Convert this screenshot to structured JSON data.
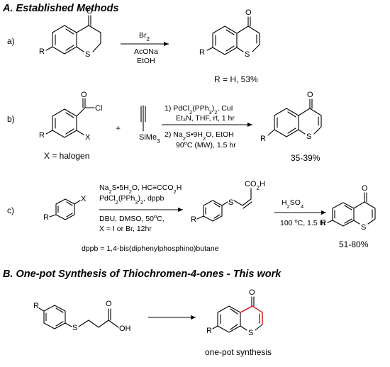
{
  "section_a": {
    "title": "A. Established Methods"
  },
  "scheme_a": {
    "label": "a)",
    "reagent_1": "Br",
    "reagent_1_sub": "2",
    "reagent_2": "AcONa",
    "reagent_3": "EtOH",
    "result": "R = H, 53%"
  },
  "scheme_b": {
    "label": "b)",
    "plus": "+",
    "note": "X = halogen",
    "cond1_a": "1) PdCl",
    "cond1_b": "2",
    "cond1_c": "(PPh",
    "cond1_d": "3",
    "cond1_e": ")",
    "cond1_f": "2",
    "cond1_g": ", CuI",
    "cond2": "Et₃N, THF, rt, 1 hr",
    "cond3_a": "2) Na",
    "cond3_b": "2",
    "cond3_c": "S•9H",
    "cond3_d": "2",
    "cond3_e": "O, EtOH",
    "cond4_a": "90",
    "cond4_b": "o",
    "cond4_c": "C (MW), 1.5 hr",
    "yield": "35-39%"
  },
  "scheme_c": {
    "label": "c)",
    "cond1_a": "Na",
    "cond1_b": "2",
    "cond1_c": "S•5H",
    "cond1_d": "2",
    "cond1_e": "O, HC≡CCO",
    "cond1_f": "2",
    "cond1_g": "H",
    "cond2_a": "PdCl",
    "cond2_b": "2",
    "cond2_c": "(PPh",
    "cond2_d": "3",
    "cond2_e": ")",
    "cond2_f": "2",
    "cond2_g": ", dppb",
    "cond3_a": "DBU, DMSO, 50",
    "cond3_b": "o",
    "cond3_c": "C,",
    "cond4": "X = I or Br, 12hr",
    "dppb_note": "dppb = 1,4-bis(diphenylphosphino)butane",
    "step2_a": "H",
    "step2_b": "2",
    "step2_c": "SO",
    "step2_d": "4",
    "step2_e": "100 ",
    "step2_f": "o",
    "step2_g": "C, 1.5 hr",
    "yield": "51-80%",
    "acid_label": "CO",
    "acid_sub": "2",
    "acid_h": "H"
  },
  "section_b": {
    "title": "B. One-pot Synthesis of Thiochromen-4-ones - This work"
  },
  "scheme_d": {
    "caption": "one-pot synthesis",
    "oh": "OH"
  },
  "atoms": {
    "O": "O",
    "S": "S",
    "R": "R",
    "X": "X",
    "Cl": "Cl",
    "Si": "SiMe",
    "Si_sub": "3"
  },
  "colors": {
    "highlight": "#d42a2a"
  }
}
